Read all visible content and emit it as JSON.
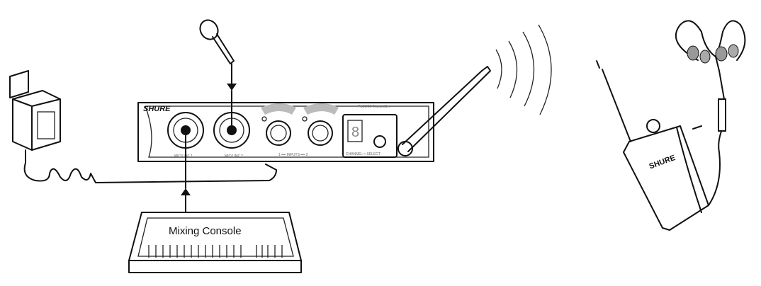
{
  "transmitter": {
    "brand": "SHURE",
    "model": "PSM200  Transmitter",
    "input1_label": "MIC/LINE 1",
    "input2_label": "MIC/LINE 2",
    "inputs_label": "1 ━━ INPUTS ━━ 2",
    "channel_label": "CHANNEL ━ SELECT",
    "channel_display": "8"
  },
  "receiver": {
    "brand": "SHURE"
  },
  "mixer": {
    "label": "Mixing Console"
  },
  "colors": {
    "line": "#111111",
    "knob_arrows": "#bbbbbb"
  }
}
